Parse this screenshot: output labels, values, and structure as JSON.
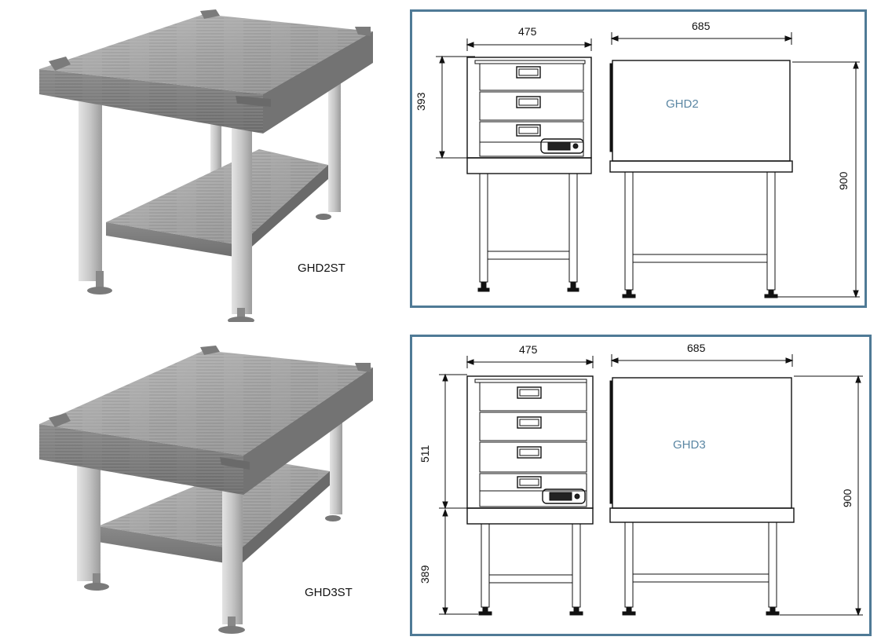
{
  "top_product": {
    "stand_label": "GHD2ST",
    "model_label": "GHD2",
    "dimensions": {
      "width": "475",
      "depth": "685",
      "unit_height": "393",
      "total_height": "900"
    }
  },
  "bottom_product": {
    "stand_label": "GHD3ST",
    "model_label": "GHD3",
    "dimensions": {
      "width": "475",
      "depth": "685",
      "unit_height": "511",
      "stand_height": "389",
      "total_height": "900"
    }
  },
  "colors": {
    "frame": "#4f7a96",
    "model_text": "#5a86a3",
    "steel_light": "#a9a9a9",
    "steel_dark": "#7d7d7d"
  }
}
